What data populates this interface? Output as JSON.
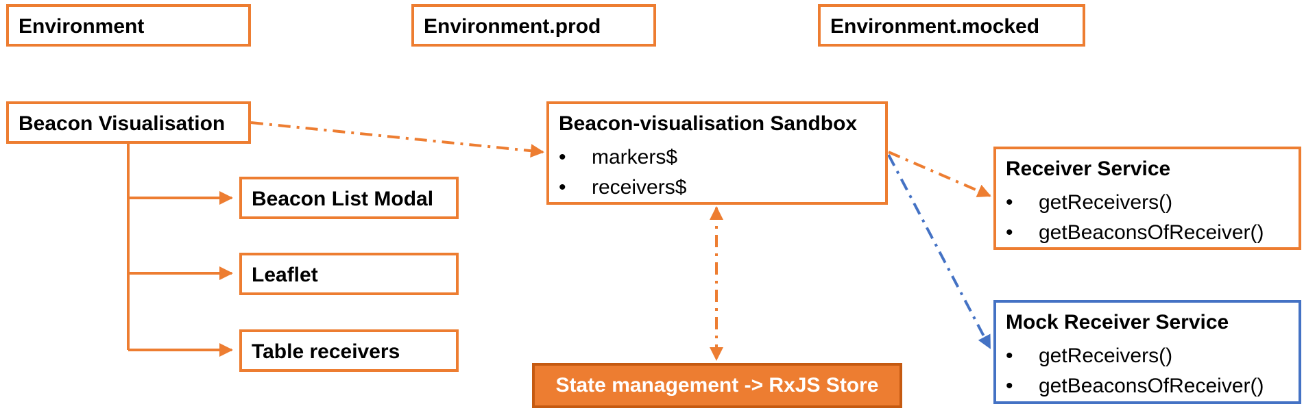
{
  "environments": {
    "base": "Environment",
    "prod": "Environment.prod",
    "mocked": "Environment.mocked"
  },
  "components": {
    "beacon_visualisation": "Beacon Visualisation",
    "beacon_list_modal": "Beacon List Modal",
    "leaflet": "Leaflet",
    "table_receivers": "Table receivers"
  },
  "sandbox": {
    "title": "Beacon-visualisation Sandbox",
    "items": [
      "markers$",
      "receivers$"
    ]
  },
  "receiver_service": {
    "title": "Receiver Service",
    "items": [
      "getReceivers()",
      "getBeaconsOfReceiver()"
    ]
  },
  "mock_receiver_service": {
    "title": "Mock Receiver Service",
    "items": [
      "getReceivers()",
      "getBeaconsOfReceiver()"
    ]
  },
  "state_store": {
    "title": "State management -> RxJS Store"
  },
  "bullet_glyph": "•",
  "colors": {
    "accent_orange": "#ED7D31",
    "dark_orange": "#C55A11",
    "mock_blue": "#4472C4"
  }
}
